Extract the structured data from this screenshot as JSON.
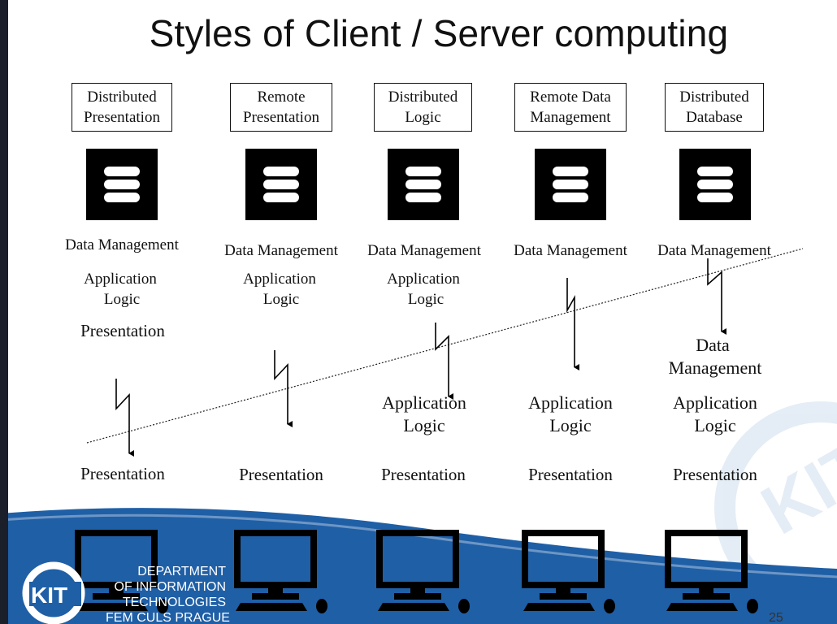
{
  "slide": {
    "title": "Styles of Client / Server computing",
    "page_number": "25"
  },
  "columns": [
    {
      "header": [
        "Distributed",
        "Presentation"
      ],
      "server": [
        "Data Management",
        "Application",
        "Logic",
        "Presentation"
      ],
      "client": [
        "Presentation"
      ]
    },
    {
      "header": [
        "Remote",
        "Presentation"
      ],
      "server": [
        "Data Management",
        "Application",
        "Logic"
      ],
      "client": [
        "Presentation"
      ]
    },
    {
      "header": [
        "Distributed",
        "Logic"
      ],
      "server": [
        "Data Management",
        "Application",
        "Logic"
      ],
      "client": [
        "Application",
        "Logic",
        "Presentation"
      ]
    },
    {
      "header": [
        "Remote Data",
        "Management"
      ],
      "server": [
        "Data Management"
      ],
      "client": [
        "Application",
        "Logic",
        "Presentation"
      ]
    },
    {
      "header": [
        "Distributed",
        "Database"
      ],
      "server": [
        "Data Management"
      ],
      "client": [
        "Data",
        "Management",
        "Application",
        "Logic",
        "Presentation"
      ]
    }
  ],
  "branding": {
    "logo_text": "KIT",
    "department_lines": [
      "DEPARTMENT",
      "OF INFORMATION",
      "TECHNOLOGIES",
      "FEM CULS PRAGUE"
    ]
  },
  "icons": {
    "server": "database-icon",
    "client": "desktop-computer-icon"
  },
  "colors": {
    "brand_blue": "#1f5fa6",
    "watermark": "#dbe8f3"
  }
}
